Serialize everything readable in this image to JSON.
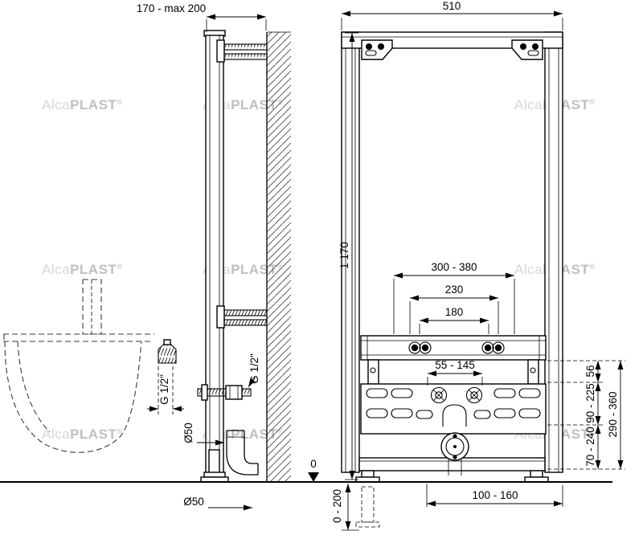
{
  "drawing": {
    "left_view": {
      "wall_offset": "170 - max 200",
      "g_half_frame": "G 1/2\"",
      "g_half_bidet": "G 1/2\"",
      "drain_dia_side": "Ø50",
      "drain_dia_bottom": "Ø50",
      "zero_level": "0",
      "foot_adjust_range": "0 - 200"
    },
    "front_view": {
      "width": "510",
      "height": "1 170",
      "bolt_span_range": "300 - 380",
      "bolt_span_mid": "230",
      "bolt_span_inner": "180",
      "water_conn_span": "55 - 145",
      "drain_offset": "100 - 160",
      "dim_56": "56",
      "water_conn_height": "90 - 225",
      "drain_height": "70 - 240",
      "rail_height": "290 - 360"
    },
    "watermark": {
      "alca": "Alca",
      "plast": "PLAST",
      "reg": "®"
    }
  }
}
